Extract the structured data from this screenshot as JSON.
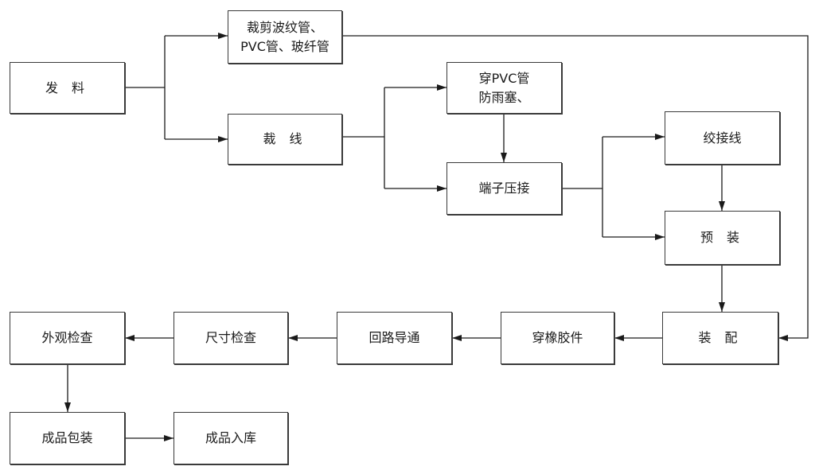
{
  "nodes": {
    "issue_material": {
      "lines": [
        "发 料"
      ]
    },
    "cut_tubes": {
      "lines": [
        "裁剪波纹管、",
        "PVC管、玻纤管"
      ]
    },
    "cut_wire": {
      "lines": [
        "裁 线"
      ]
    },
    "thread_pvc": {
      "lines": [
        "穿PVC管",
        "防雨塞、"
      ]
    },
    "crimp": {
      "lines": [
        "端子压接"
      ]
    },
    "twist": {
      "lines": [
        "绞接线"
      ]
    },
    "pre_assembly": {
      "lines": [
        "预 装"
      ]
    },
    "assembly": {
      "lines": [
        "装 配"
      ]
    },
    "rubber_parts": {
      "lines": [
        "穿橡胶件"
      ]
    },
    "continuity": {
      "lines": [
        "回路导通"
      ]
    },
    "size_check": {
      "lines": [
        "尺寸检查"
      ]
    },
    "visual_check": {
      "lines": [
        "外观检查"
      ]
    },
    "packing": {
      "lines": [
        "成品包装"
      ]
    },
    "warehousing": {
      "lines": [
        "成品入库"
      ]
    }
  }
}
